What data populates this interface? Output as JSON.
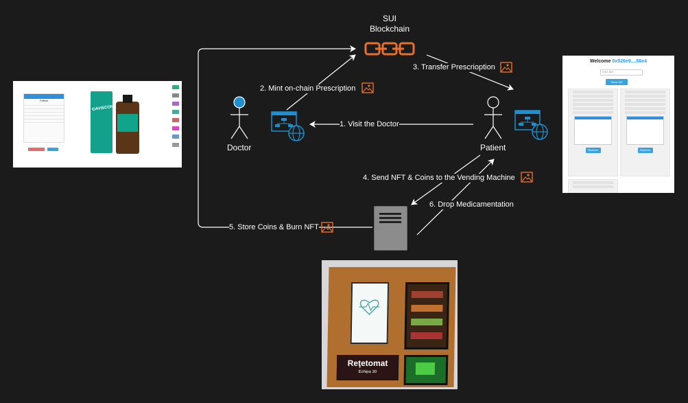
{
  "blockchain": {
    "title_line1": "SUI",
    "title_line2": "Blockchain"
  },
  "actors": {
    "doctor": "Doctor",
    "patient": "Patient"
  },
  "steps": [
    {
      "label": "1. Visit the Doctor"
    },
    {
      "label": "2. Mint on-chain Prescription"
    },
    {
      "label": "3. Transfer Prescrioption"
    },
    {
      "label": "4. Send NFT & Coins to the Vending Machine"
    },
    {
      "label": "5. Store Coins & Burn NFT"
    },
    {
      "label": "6. Drop Medicamentation"
    }
  ],
  "left_screenshot": {
    "card_title": "Pdfkwt",
    "product_name": "GAVISCON"
  },
  "right_screenshot": {
    "welcome": "Welcome",
    "address": "0x926e9....56e4",
    "balance_select": "2.917 SUI",
    "show_qr": "Show QR",
    "cards": [
      {
        "button": "Redeem"
      },
      {
        "button": "Redeem"
      }
    ]
  },
  "vending_photo": {
    "brand": "Reţetomat",
    "team": "Echipa 30"
  },
  "colors": {
    "background": "#1b1b1b",
    "arrow": "#ffffff",
    "chain_orange": "#e8702a",
    "doctor_head": "#1f8fce",
    "webapp_blue": "#1f8fce",
    "image_icon_orange": "#e8702a"
  }
}
